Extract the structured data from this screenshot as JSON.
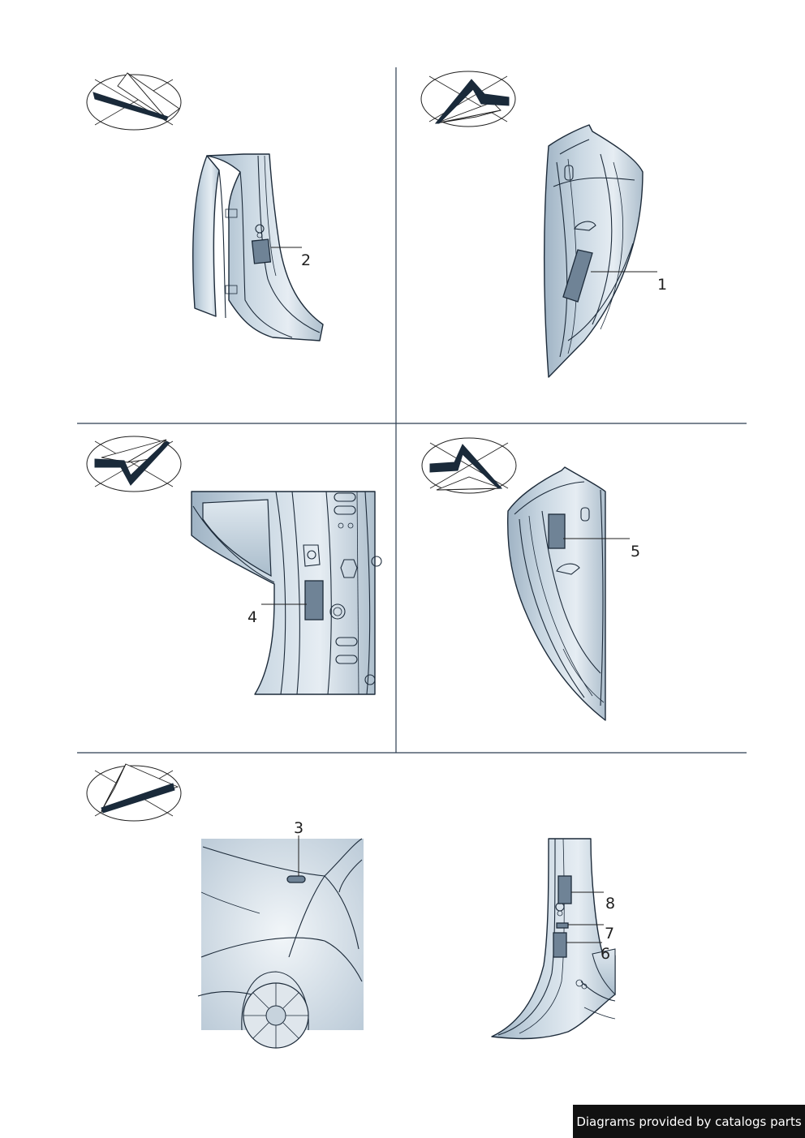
{
  "callouts": {
    "part_1": "1",
    "part_2": "2",
    "part_3": "3",
    "part_4": "4",
    "part_5": "5",
    "part_6": "6",
    "part_7": "7",
    "part_8": "8"
  },
  "footer": {
    "credit": "Diagrams provided by catalogs parts"
  },
  "colors": {
    "panel_steel": "#b9cad8",
    "panel_highlight": "#e8eff5",
    "label_fill": "#6f8396",
    "outline": "#1d2b3a",
    "credit_background": "#111111"
  },
  "icons": {
    "orientation": "orientation-compass-icon"
  }
}
